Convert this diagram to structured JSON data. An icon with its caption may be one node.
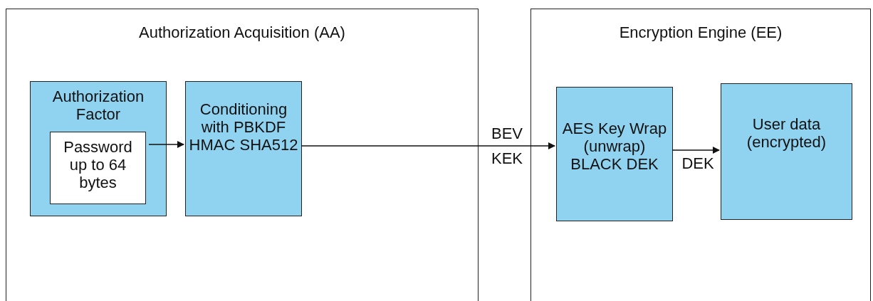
{
  "diagram": {
    "nodes": [
      {
        "text": [
          "Authorization Acquisition (AA)"
        ]
      },
      {
        "text": [
          "Authorization Factor"
        ],
        "in": 0
      },
      {
        "text": [
          "Password up to 64 bytes"
        ],
        "in": 1
      },
      {
        "text": [
          "Conditioning with PBKDF HMAC SHA512"
        ],
        "in": 0
      },
      {
        "text": [
          "Encryption Engine (EE)"
        ]
      },
      {
        "text": [
          "AES Key Wrap (unwrap) BLACK DEK"
        ],
        "in": 4
      },
      {
        "text": [
          "User data (encrypted)"
        ],
        "in": 4
      }
    ],
    "edges": [
      {
        "from": 2,
        "to": 3,
        "arrow": "to"
      },
      {
        "from": 3,
        "to": 5,
        "arrow": "to",
        "label": "BEV KEK"
      },
      {
        "from": 5,
        "to": 6,
        "arrow": "to",
        "label": "DEK"
      }
    ]
  }
}
